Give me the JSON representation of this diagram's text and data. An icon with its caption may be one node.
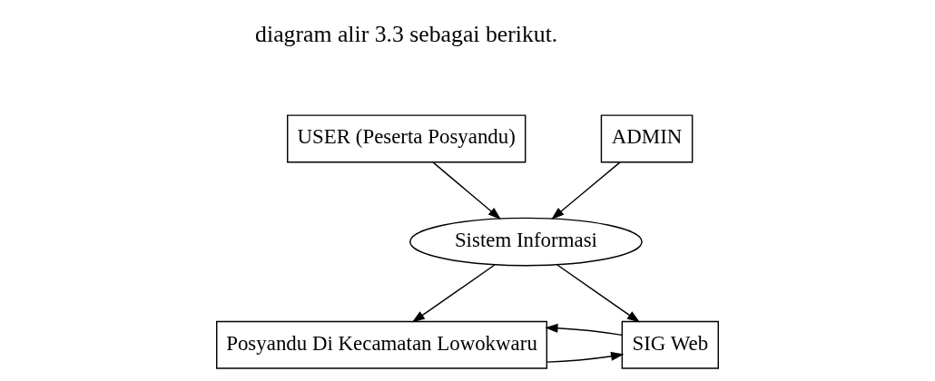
{
  "diagram": {
    "nodes": [
      {
        "text": [
          "USER (Peserta Posyandu)"
        ]
      },
      {
        "text": [
          "ADMIN"
        ]
      },
      {
        "text": [
          "Sistem Informasi"
        ]
      },
      {
        "text": [
          "Posyandu Di Kecamatan Lowokwaru"
        ]
      },
      {
        "text": [
          "SIG Web"
        ]
      }
    ],
    "edges": [
      {
        "from": 0,
        "to": 2,
        "arrow": "to"
      },
      {
        "from": 1,
        "to": 2,
        "arrow": "to"
      },
      {
        "from": 2,
        "to": 3,
        "arrow": "to"
      },
      {
        "from": 2,
        "to": 4,
        "arrow": "to"
      },
      {
        "from": 3,
        "to": 4,
        "arrow": "to"
      },
      {
        "from": 4,
        "to": 3,
        "arrow": "to"
      }
    ],
    "labels": [
      "diagram alir 3.3 sebagai berikut."
    ]
  }
}
